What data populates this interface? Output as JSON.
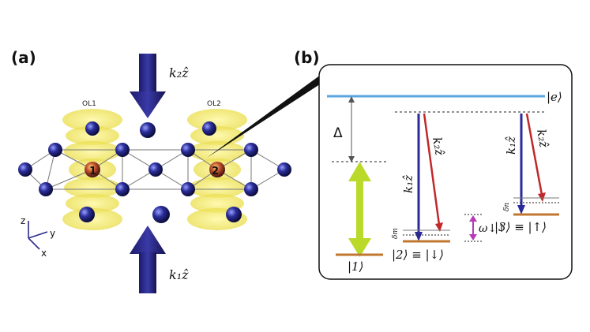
{
  "panel_a": {
    "label": "(a)",
    "beam_top": "k₂ẑ",
    "beam_bottom": "k₁ẑ",
    "lattice_labels": [
      "OL1",
      "OL2"
    ],
    "site_labels": [
      "1",
      "2"
    ],
    "axes": [
      "z",
      "y",
      "x"
    ]
  },
  "panel_b": {
    "label": "(b)",
    "excited_state": "|e⟩",
    "detuning": "Δ",
    "state_1": "|1⟩",
    "state_2": "|2⟩ ≡ |↓⟩",
    "state_3": "|3⟩ ≡ |↑⟩",
    "beam_k1_left": "k₁ẑ",
    "beam_k2_left": "k₂ẑ",
    "beam_k1_right": "k₁ẑ",
    "beam_k2_right": "k₂ẑ",
    "delta_m": "δm",
    "delta_n": "δn",
    "omega": "ω↓↑"
  }
}
